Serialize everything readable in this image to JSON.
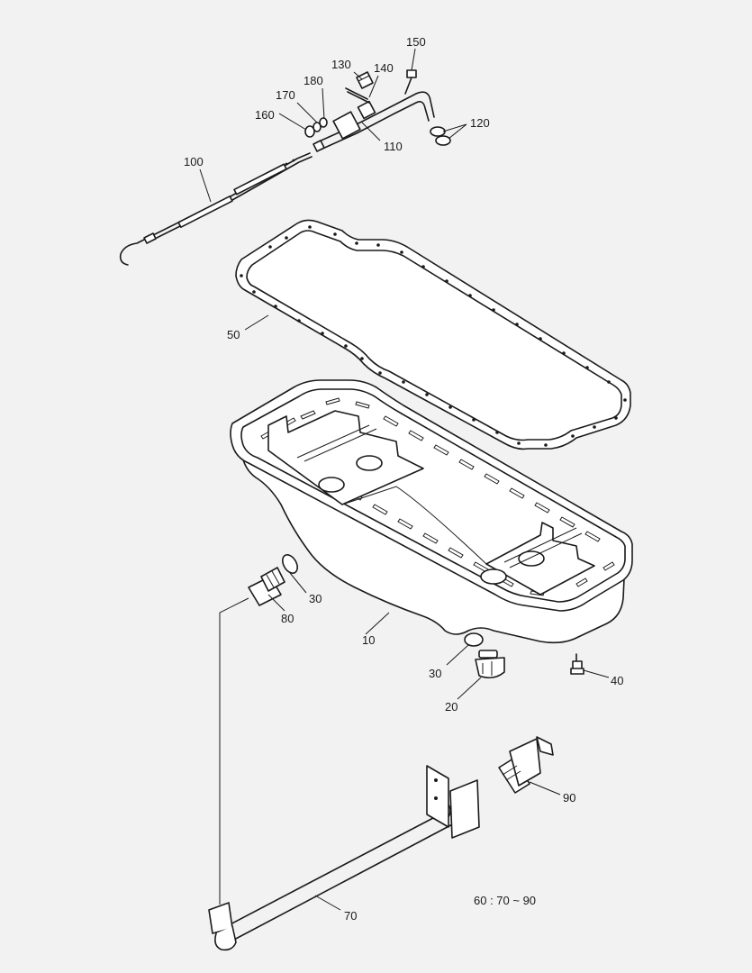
{
  "colors": {
    "background": "#f2f2f2",
    "ink": "#1a1a1a",
    "part_fill": "#ffffff"
  },
  "callouts": {
    "c10": "10",
    "c20": "20",
    "c30a": "30",
    "c30b": "30",
    "c40": "40",
    "c50": "50",
    "c70": "70",
    "c80": "80",
    "c90": "90",
    "c100": "100",
    "c110": "110",
    "c120": "120",
    "c130": "130",
    "c140": "140",
    "c150": "150",
    "c160": "160",
    "c170": "170",
    "c180": "180"
  },
  "assembly_note": "60 : 70 ~ 90"
}
